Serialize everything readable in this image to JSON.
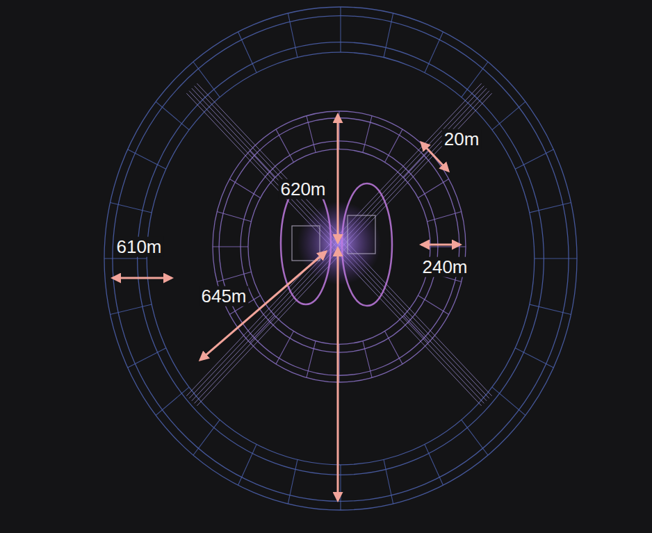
{
  "diagram": {
    "labels": [
      "620m",
      "20m",
      "610m",
      "240m",
      "645m"
    ]
  }
}
